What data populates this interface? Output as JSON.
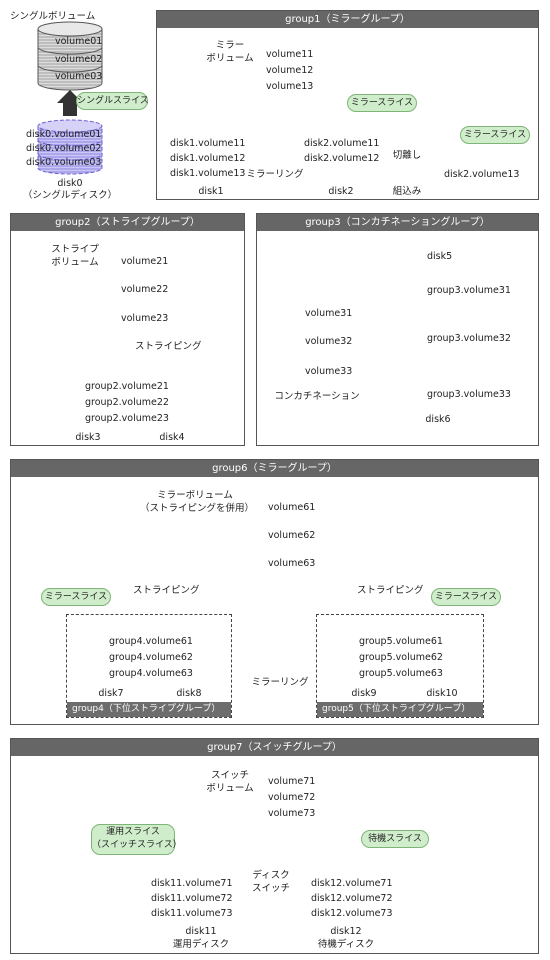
{
  "single": {
    "title": "シングルボリューム",
    "volumes": [
      "volume01",
      "volume02",
      "volume03"
    ],
    "callout": "シングルスライス",
    "slices": [
      "disk0.volume01",
      "disk0.volume02",
      "disk0.volume03"
    ],
    "disk": "disk0",
    "disk_note": "（シングルディスク）"
  },
  "group1": {
    "header": "group1（ミラーグループ）",
    "vol_label_1": "ミラー",
    "vol_label_2": "ボリューム",
    "volumes": [
      "volume11",
      "volume12",
      "volume13"
    ],
    "callout1": "ミラースライス",
    "callout2": "ミラースライス",
    "disk1_slices": [
      "disk1.volume11",
      "disk1.volume12",
      "disk1.volume13"
    ],
    "disk2_slices": [
      "disk2.volume11",
      "disk2.volume12"
    ],
    "disk1": "disk1",
    "disk2": "disk2",
    "mirroring": "ミラーリング",
    "detach": "切離し",
    "attach": "組込み",
    "detached_slice": "disk2.volume13"
  },
  "group2": {
    "header": "group2（ストライプグループ）",
    "vol_label_1": "ストライプ",
    "vol_label_2": "ボリューム",
    "volumes": [
      "volume21",
      "volume22",
      "volume23"
    ],
    "striping": "ストライピング",
    "slices": [
      "group2.volume21",
      "group2.volume22",
      "group2.volume23"
    ],
    "disk3": "disk3",
    "disk4": "disk4"
  },
  "group3": {
    "header": "group3（コンカチネーショングループ）",
    "disk5": "disk5",
    "slice31": "group3.volume31",
    "slice32": "group3.volume32",
    "slice33": "group3.volume33",
    "disk6": "disk6",
    "volumes": [
      "volume31",
      "volume32",
      "volume33"
    ],
    "concat": "コンカチネーション"
  },
  "group6": {
    "header": "group6（ミラーグループ）",
    "vol_label_1": "ミラーボリューム",
    "vol_label_2": "（ストライピングを併用）",
    "volumes": [
      "volume61",
      "volume62",
      "volume63"
    ],
    "striping_left": "ストライピング",
    "striping_right": "ストライピング",
    "callout_left": "ミラースライス",
    "callout_right": "ミラースライス",
    "g4_slices": [
      "group4.volume61",
      "group4.volume62",
      "group4.volume63"
    ],
    "g5_slices": [
      "group5.volume61",
      "group5.volume62",
      "group5.volume63"
    ],
    "disk7": "disk7",
    "disk8": "disk8",
    "disk9": "disk9",
    "disk10": "disk10",
    "mirroring": "ミラーリング",
    "g4_label": "group4（下位ストライプグループ）",
    "g5_label": "group5（下位ストライプグループ）"
  },
  "group7": {
    "header": "group7（スイッチグループ）",
    "vol_label_1": "スイッチ",
    "vol_label_2": "ボリューム",
    "volumes": [
      "volume71",
      "volume72",
      "volume73"
    ],
    "callout_left_1": "運用スライス",
    "callout_left_2": "（スイッチスライス）",
    "callout_right": "待機スライス",
    "d11_slices": [
      "disk11.volume71",
      "disk11.volume72",
      "disk11.volume73"
    ],
    "d12_slices": [
      "disk12.volume71",
      "disk12.volume72",
      "disk12.volume73"
    ],
    "disk11": "disk11",
    "disk11_note": "運用ディスク",
    "disk12": "disk12",
    "disk12_note": "待機ディスク",
    "switch_1": "ディスク",
    "switch_2": "スイッチ"
  },
  "colors": {
    "volume_fill": "#c8c8c8",
    "slice_fill": "#b6b0ec",
    "slice_stroke": "#6a5fd0",
    "callout_fill": "#cfeccb",
    "header_fill": "#666666",
    "red_arrow": "#e01010"
  }
}
